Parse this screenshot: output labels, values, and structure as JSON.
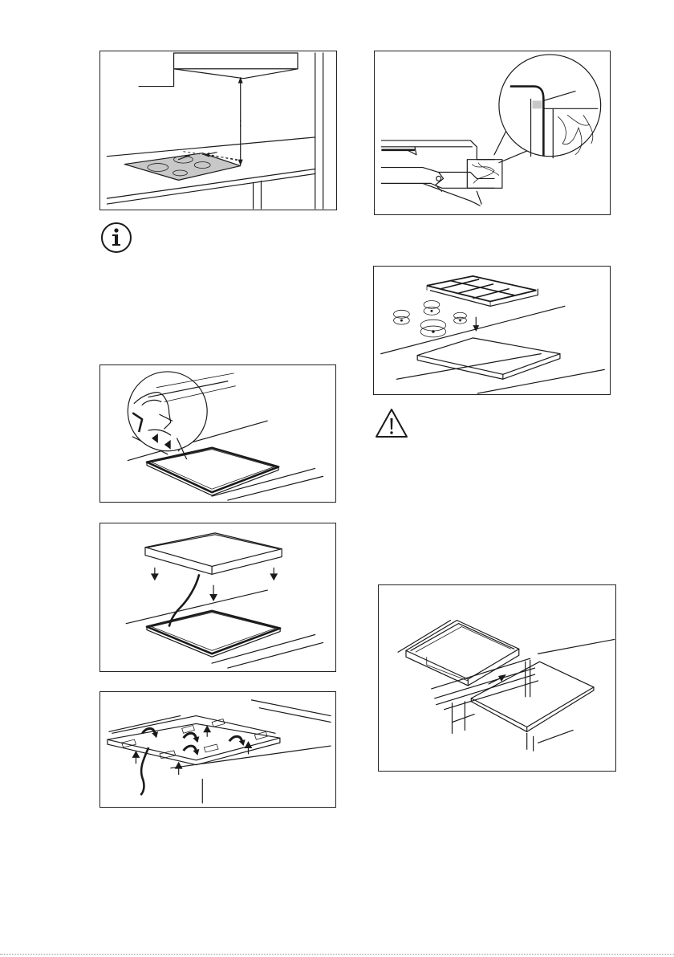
{
  "page": {
    "figures": [
      {
        "id": "fig-hob-clearance",
        "icon": "hob-clearance-illustration"
      },
      {
        "id": "fig-gas-connection",
        "icon": "gas-connection-detail-illustration"
      },
      {
        "id": "fig-gas-hob-placement",
        "icon": "gas-hob-placement-illustration"
      },
      {
        "id": "fig-seal-application",
        "icon": "seal-application-illustration"
      },
      {
        "id": "fig-hob-lowering",
        "icon": "hob-lowering-illustration"
      },
      {
        "id": "fig-brackets",
        "icon": "fixing-brackets-illustration"
      },
      {
        "id": "fig-drawer-panel",
        "icon": "drawer-panel-illustration"
      }
    ],
    "notices": [
      {
        "icon": "info-icon"
      },
      {
        "icon": "warning-icon"
      }
    ]
  }
}
